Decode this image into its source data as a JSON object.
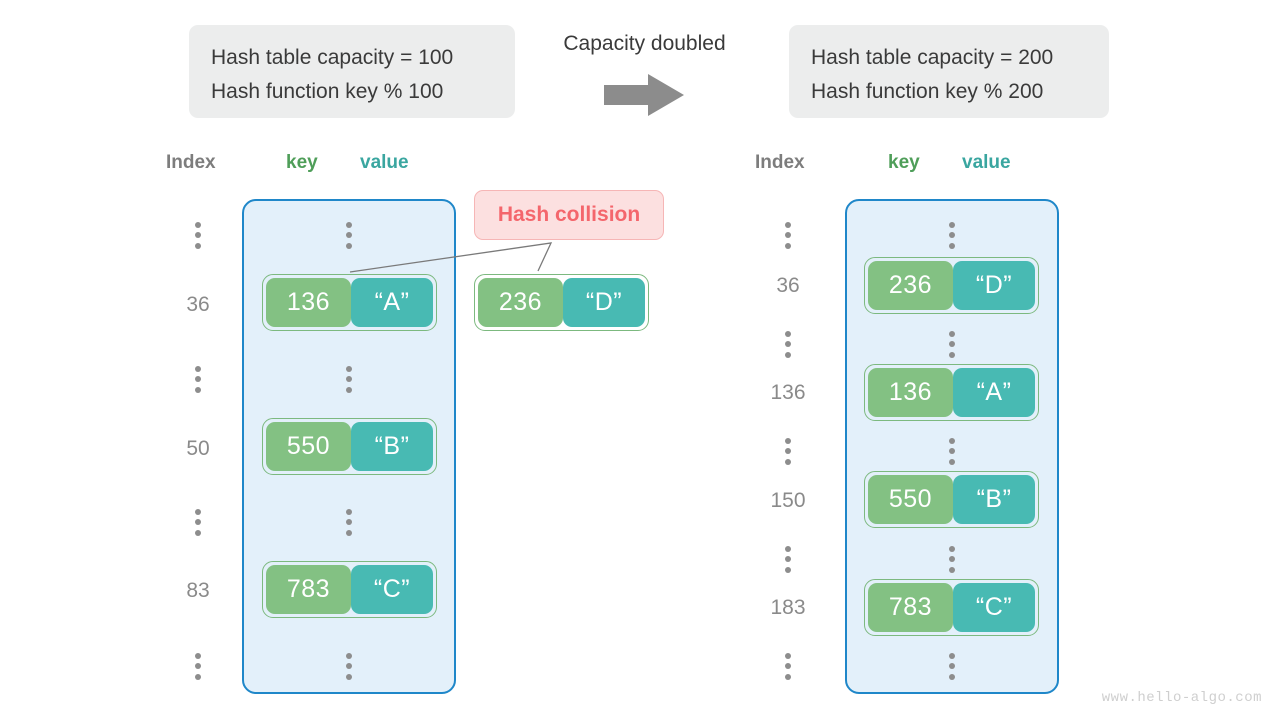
{
  "watermark": "www.hello-algo.com",
  "transition": {
    "label": "Capacity doubled",
    "arrow_icon": "right-arrow-icon",
    "arrow_color": "#8c8c8c"
  },
  "colors": {
    "key_cell": "#83c183",
    "value_cell": "#48bab3",
    "pair_border": "#7cb97f",
    "column_fill": "#e3f0fa",
    "column_border": "#1f87c9",
    "index_text": "#8a8a8a",
    "info_box_fill": "#eceded",
    "collision_fill": "#fce0e0",
    "collision_text": "#f4666c",
    "header_key": "#4f9e59",
    "header_value": "#3aa6a0",
    "header_index": "#7d7d7d"
  },
  "headers": {
    "index": "Index",
    "key": "key",
    "value": "value"
  },
  "before": {
    "info": {
      "capacity_line": "Hash table capacity = 100",
      "function_line": "Hash function key % 100"
    },
    "rows": [
      {
        "type": "ellipsis"
      },
      {
        "type": "entry",
        "index": "36",
        "key": "136",
        "value": "“A”"
      },
      {
        "type": "ellipsis"
      },
      {
        "type": "entry",
        "index": "50",
        "key": "550",
        "value": "“B”"
      },
      {
        "type": "ellipsis"
      },
      {
        "type": "entry",
        "index": "83",
        "key": "783",
        "value": "“C”"
      },
      {
        "type": "ellipsis"
      }
    ],
    "collision": {
      "label": "Hash collision",
      "overflow_entry": {
        "key": "236",
        "value": "“D”"
      }
    }
  },
  "after": {
    "info": {
      "capacity_line": "Hash table capacity = 200",
      "function_line": "Hash function key % 200"
    },
    "rows": [
      {
        "type": "ellipsis"
      },
      {
        "type": "entry",
        "index": "36",
        "key": "236",
        "value": "“D”"
      },
      {
        "type": "ellipsis"
      },
      {
        "type": "entry",
        "index": "136",
        "key": "136",
        "value": "“A”"
      },
      {
        "type": "ellipsis"
      },
      {
        "type": "entry",
        "index": "150",
        "key": "550",
        "value": "“B”"
      },
      {
        "type": "ellipsis"
      },
      {
        "type": "entry",
        "index": "183",
        "key": "783",
        "value": "“C”"
      },
      {
        "type": "ellipsis"
      }
    ]
  }
}
